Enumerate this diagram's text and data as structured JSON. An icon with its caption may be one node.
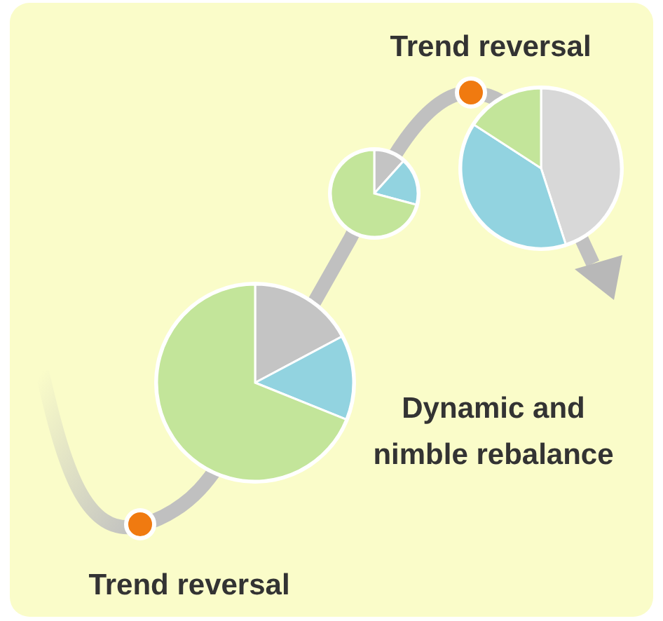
{
  "diagram": {
    "labels": [
      "Trend reversal",
      "Dynamic and nimble rebalance",
      "Trend reversal"
    ]
  }
}
